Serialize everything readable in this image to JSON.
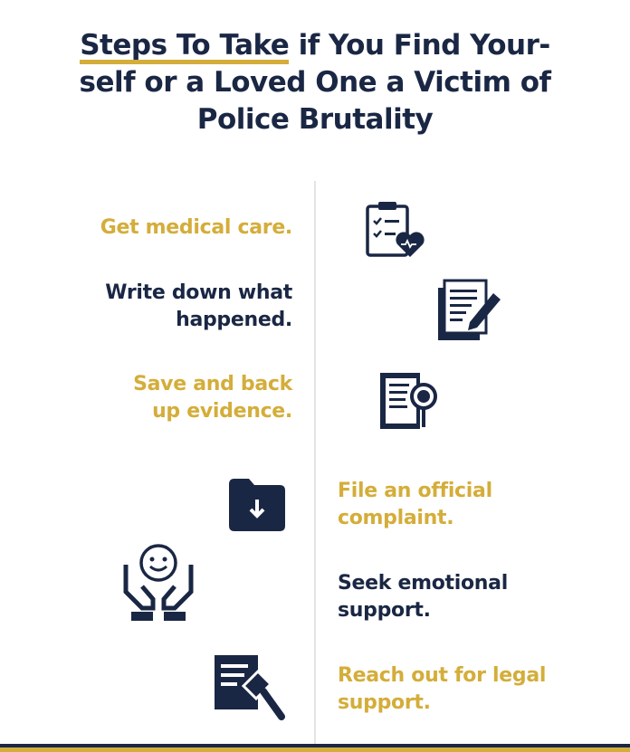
{
  "title": {
    "highlight": "Steps To Take",
    "rest_line1": " if You Find Your-",
    "line2": "self or a Loved One a Victim of",
    "line3": "Police Brutality"
  },
  "steps": [
    {
      "text": "Get medical care.",
      "icon": "medical-clipboard-icon"
    },
    {
      "text1": "Write down what",
      "text2": "happened.",
      "icon": "document-pen-icon"
    },
    {
      "text1": "Save and back",
      "text2": "up evidence.",
      "icon": "document-magnifier-icon"
    },
    {
      "text1": "File an official",
      "text2": "complaint.",
      "icon": "folder-download-icon"
    },
    {
      "text1": "Seek emotional",
      "text2": "support.",
      "icon": "hands-smiley-icon"
    },
    {
      "text1": "Reach out for legal",
      "text2": "support.",
      "icon": "gavel-document-icon"
    }
  ],
  "colors": {
    "navy": "#1a2744",
    "gold": "#d4ad3a"
  }
}
